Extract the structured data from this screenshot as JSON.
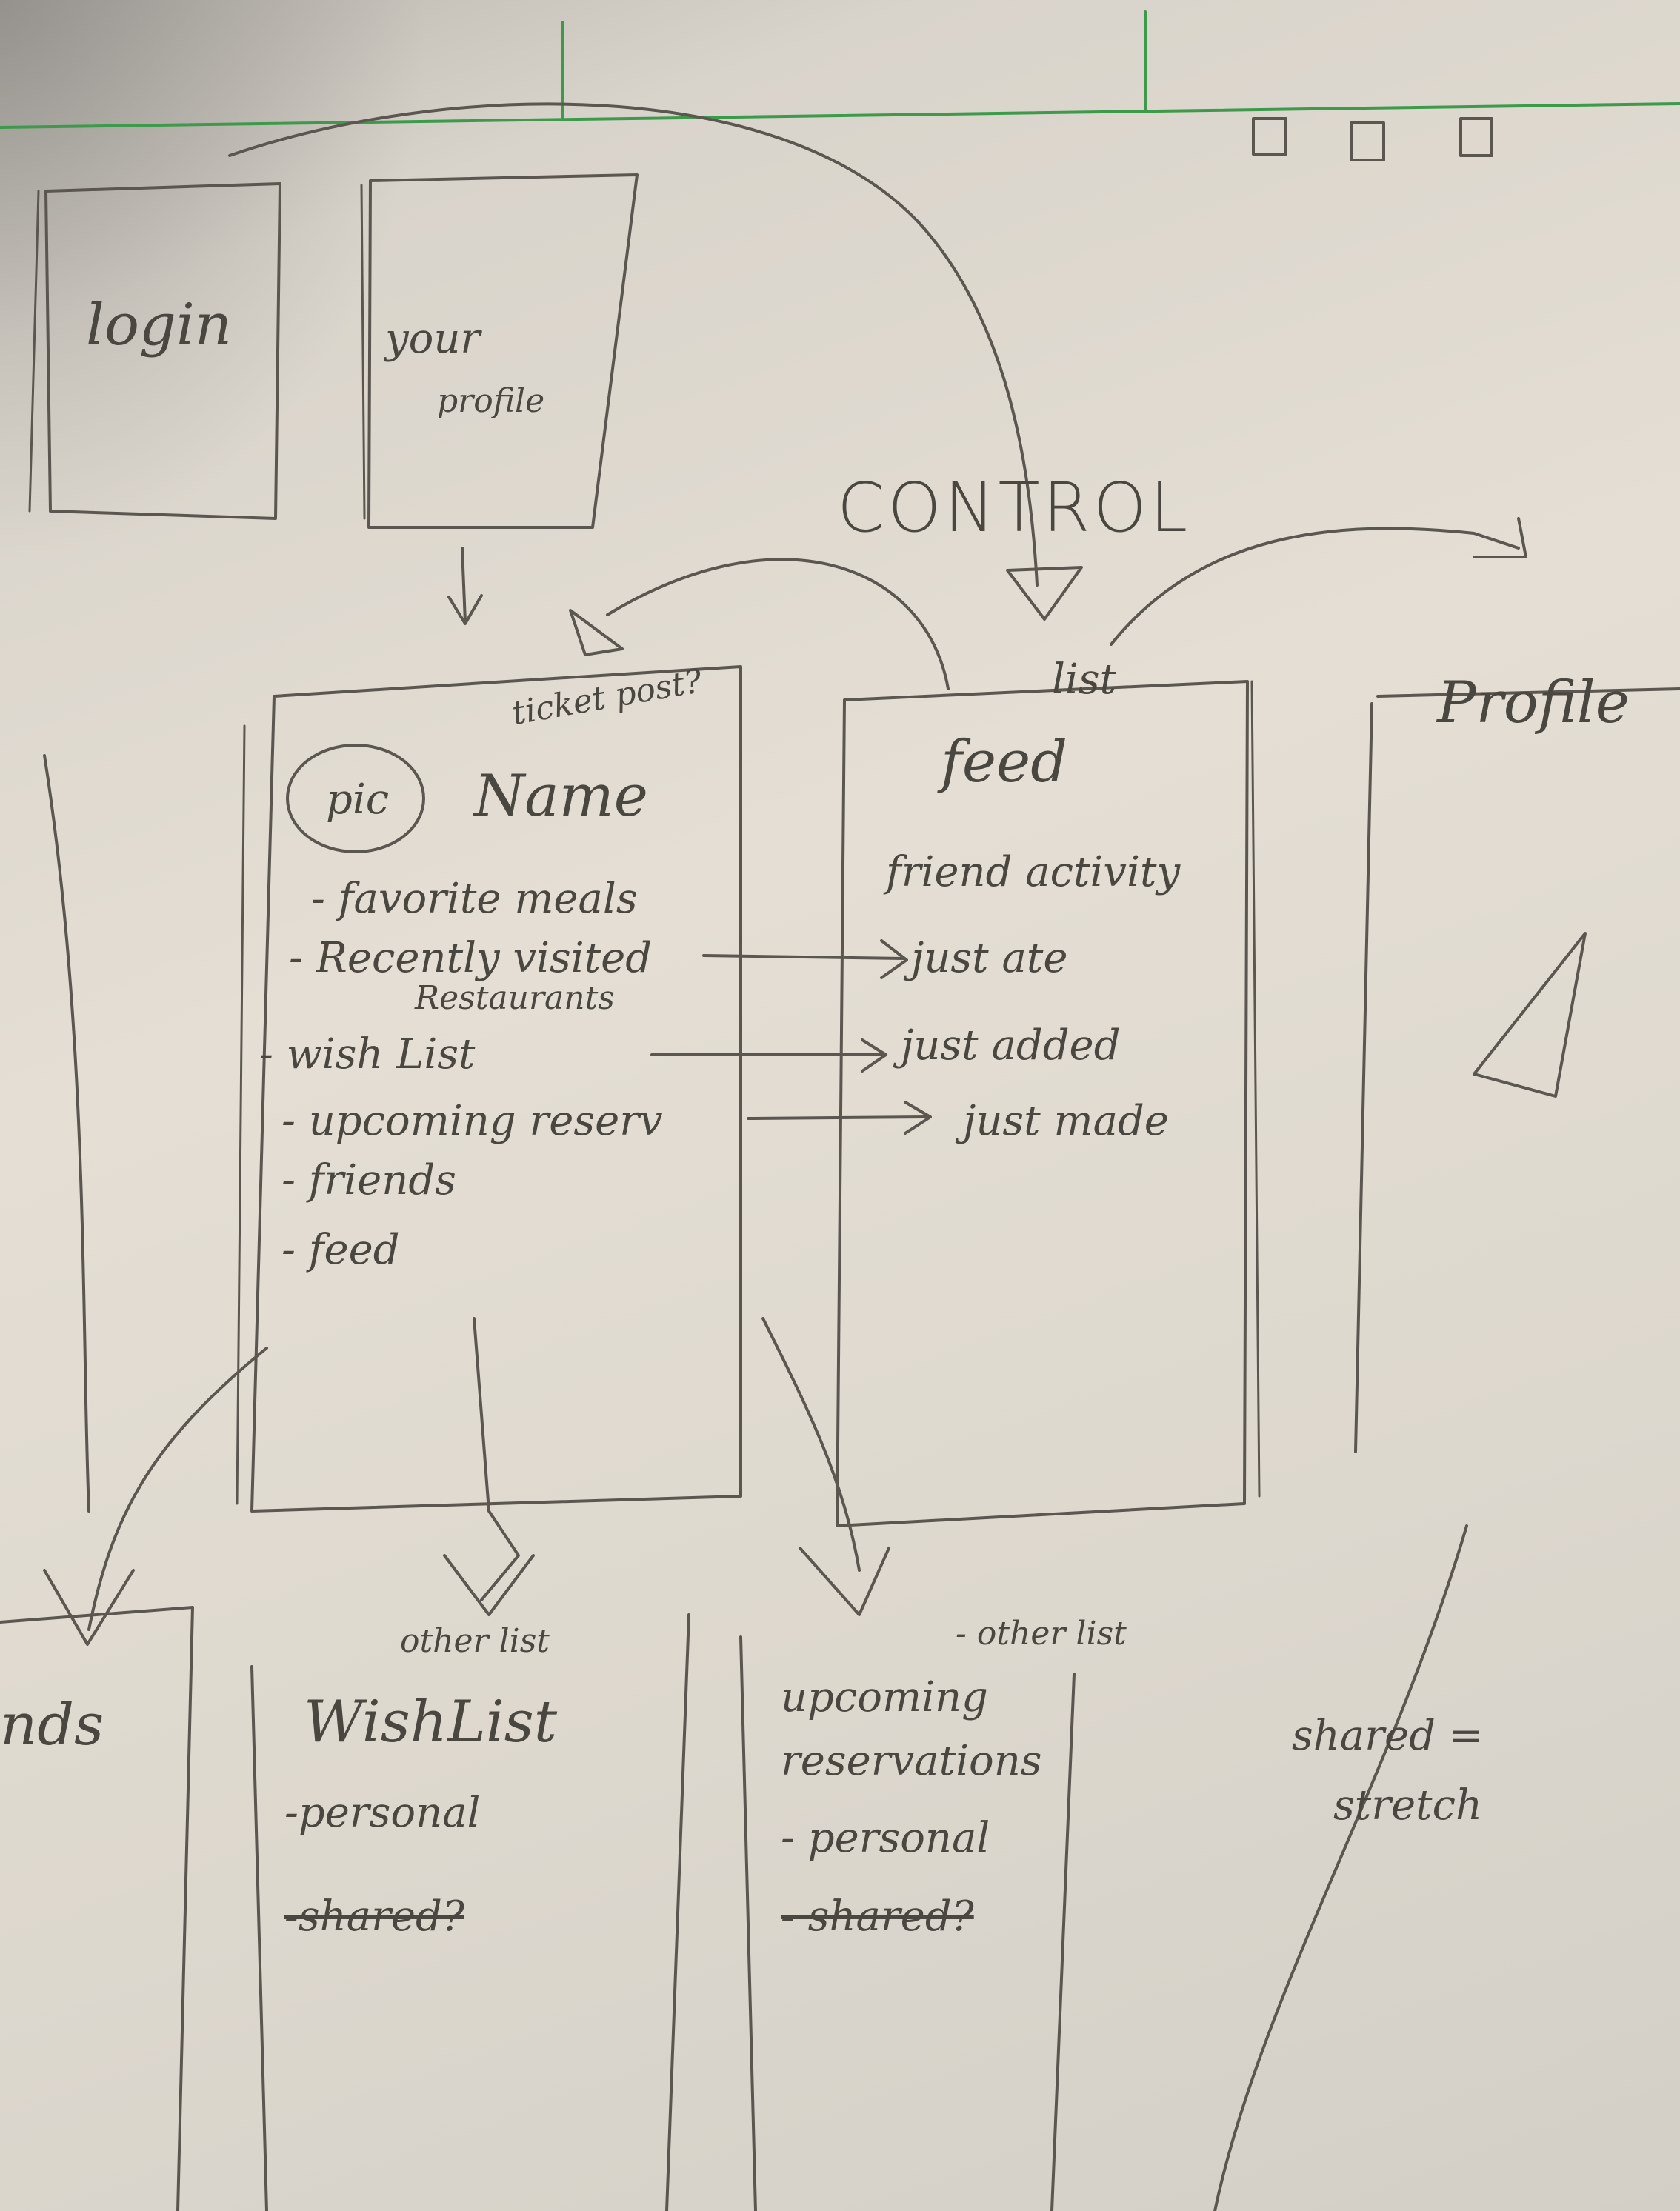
{
  "colors": {
    "paper": "#e4ded4",
    "pencil": "#4a4640",
    "ruler_line": "#3c9a4a"
  },
  "top_row": {
    "login": "login",
    "your_profile": [
      "your",
      "profile"
    ]
  },
  "control_label": "CONTROL",
  "ticket_post": "ticket post?",
  "profile_screen": {
    "pic": "pic",
    "name": "Name",
    "items": [
      "- favorite meals",
      "- Recently visited",
      "Restaurants",
      "- wish List",
      "- upcoming reserv",
      "- friends",
      "- feed"
    ]
  },
  "feed_screen": {
    "list_note": "list",
    "title": "feed",
    "subtitle": "friend activity",
    "items": [
      "just ate",
      "just added",
      "just made"
    ]
  },
  "profile_right": {
    "title": "Profile"
  },
  "bottom_row": {
    "friends_partial": "nds",
    "wishlist": {
      "other_list": "other list",
      "title": "WishList",
      "items": [
        "-personal",
        "-shared?"
      ]
    },
    "upcoming": {
      "other_list": "- other list",
      "title_line1": "upcoming",
      "title_line2": "reservations",
      "items": [
        "- personal",
        "- shared?"
      ]
    },
    "shared_note": [
      "shared =",
      "stretch"
    ]
  }
}
